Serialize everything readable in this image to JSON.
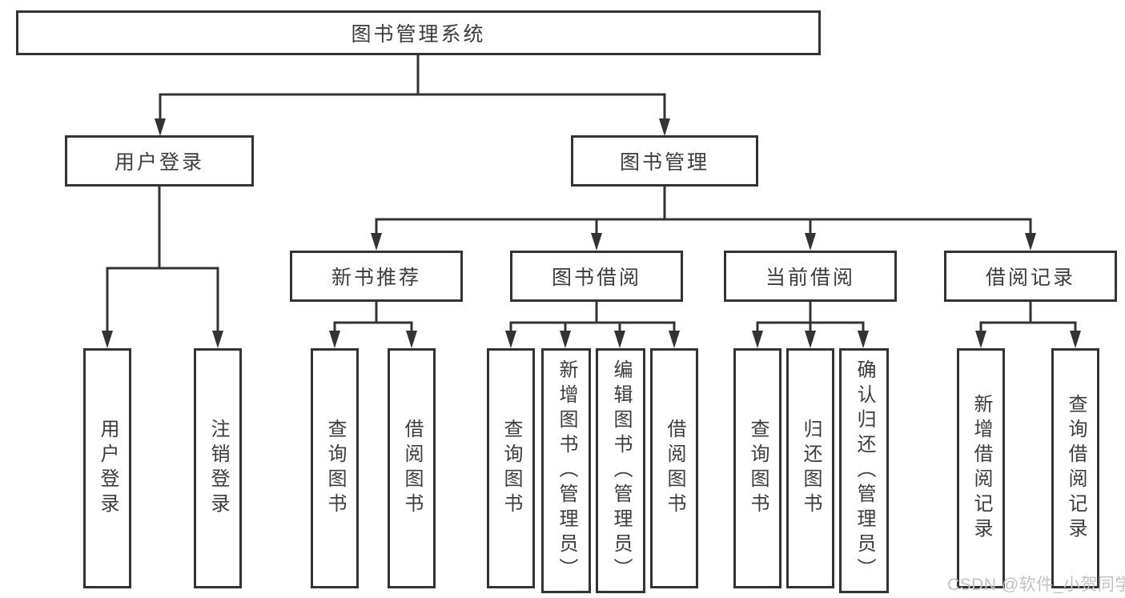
{
  "root": {
    "label": "图书管理系统"
  },
  "level2": [
    {
      "label": "用户登录"
    },
    {
      "label": "图书管理"
    }
  ],
  "level3": [
    {
      "label": "新书推荐"
    },
    {
      "label": "图书借阅"
    },
    {
      "label": "当前借阅"
    },
    {
      "label": "借阅记录"
    }
  ],
  "leaves": [
    {
      "label": "用户登录"
    },
    {
      "label": "注销登录"
    },
    {
      "label": "查询图书"
    },
    {
      "label": "借阅图书"
    },
    {
      "label": "查询图书"
    },
    {
      "label": "新增图书（管理员）"
    },
    {
      "label": "编辑图书（管理员）"
    },
    {
      "label": "借阅图书"
    },
    {
      "label": "查询图书"
    },
    {
      "label": "归还图书"
    },
    {
      "label": "确认归还（管理员）"
    },
    {
      "label": "新增借阅记录"
    },
    {
      "label": "查询借阅记录"
    }
  ],
  "watermark": {
    "text": "CSDN @软件_小贺同学"
  },
  "colors": {
    "line": "#333333",
    "text": "#3c3c3c",
    "watermark": "#c2c2c6",
    "background": "#ffffff"
  }
}
